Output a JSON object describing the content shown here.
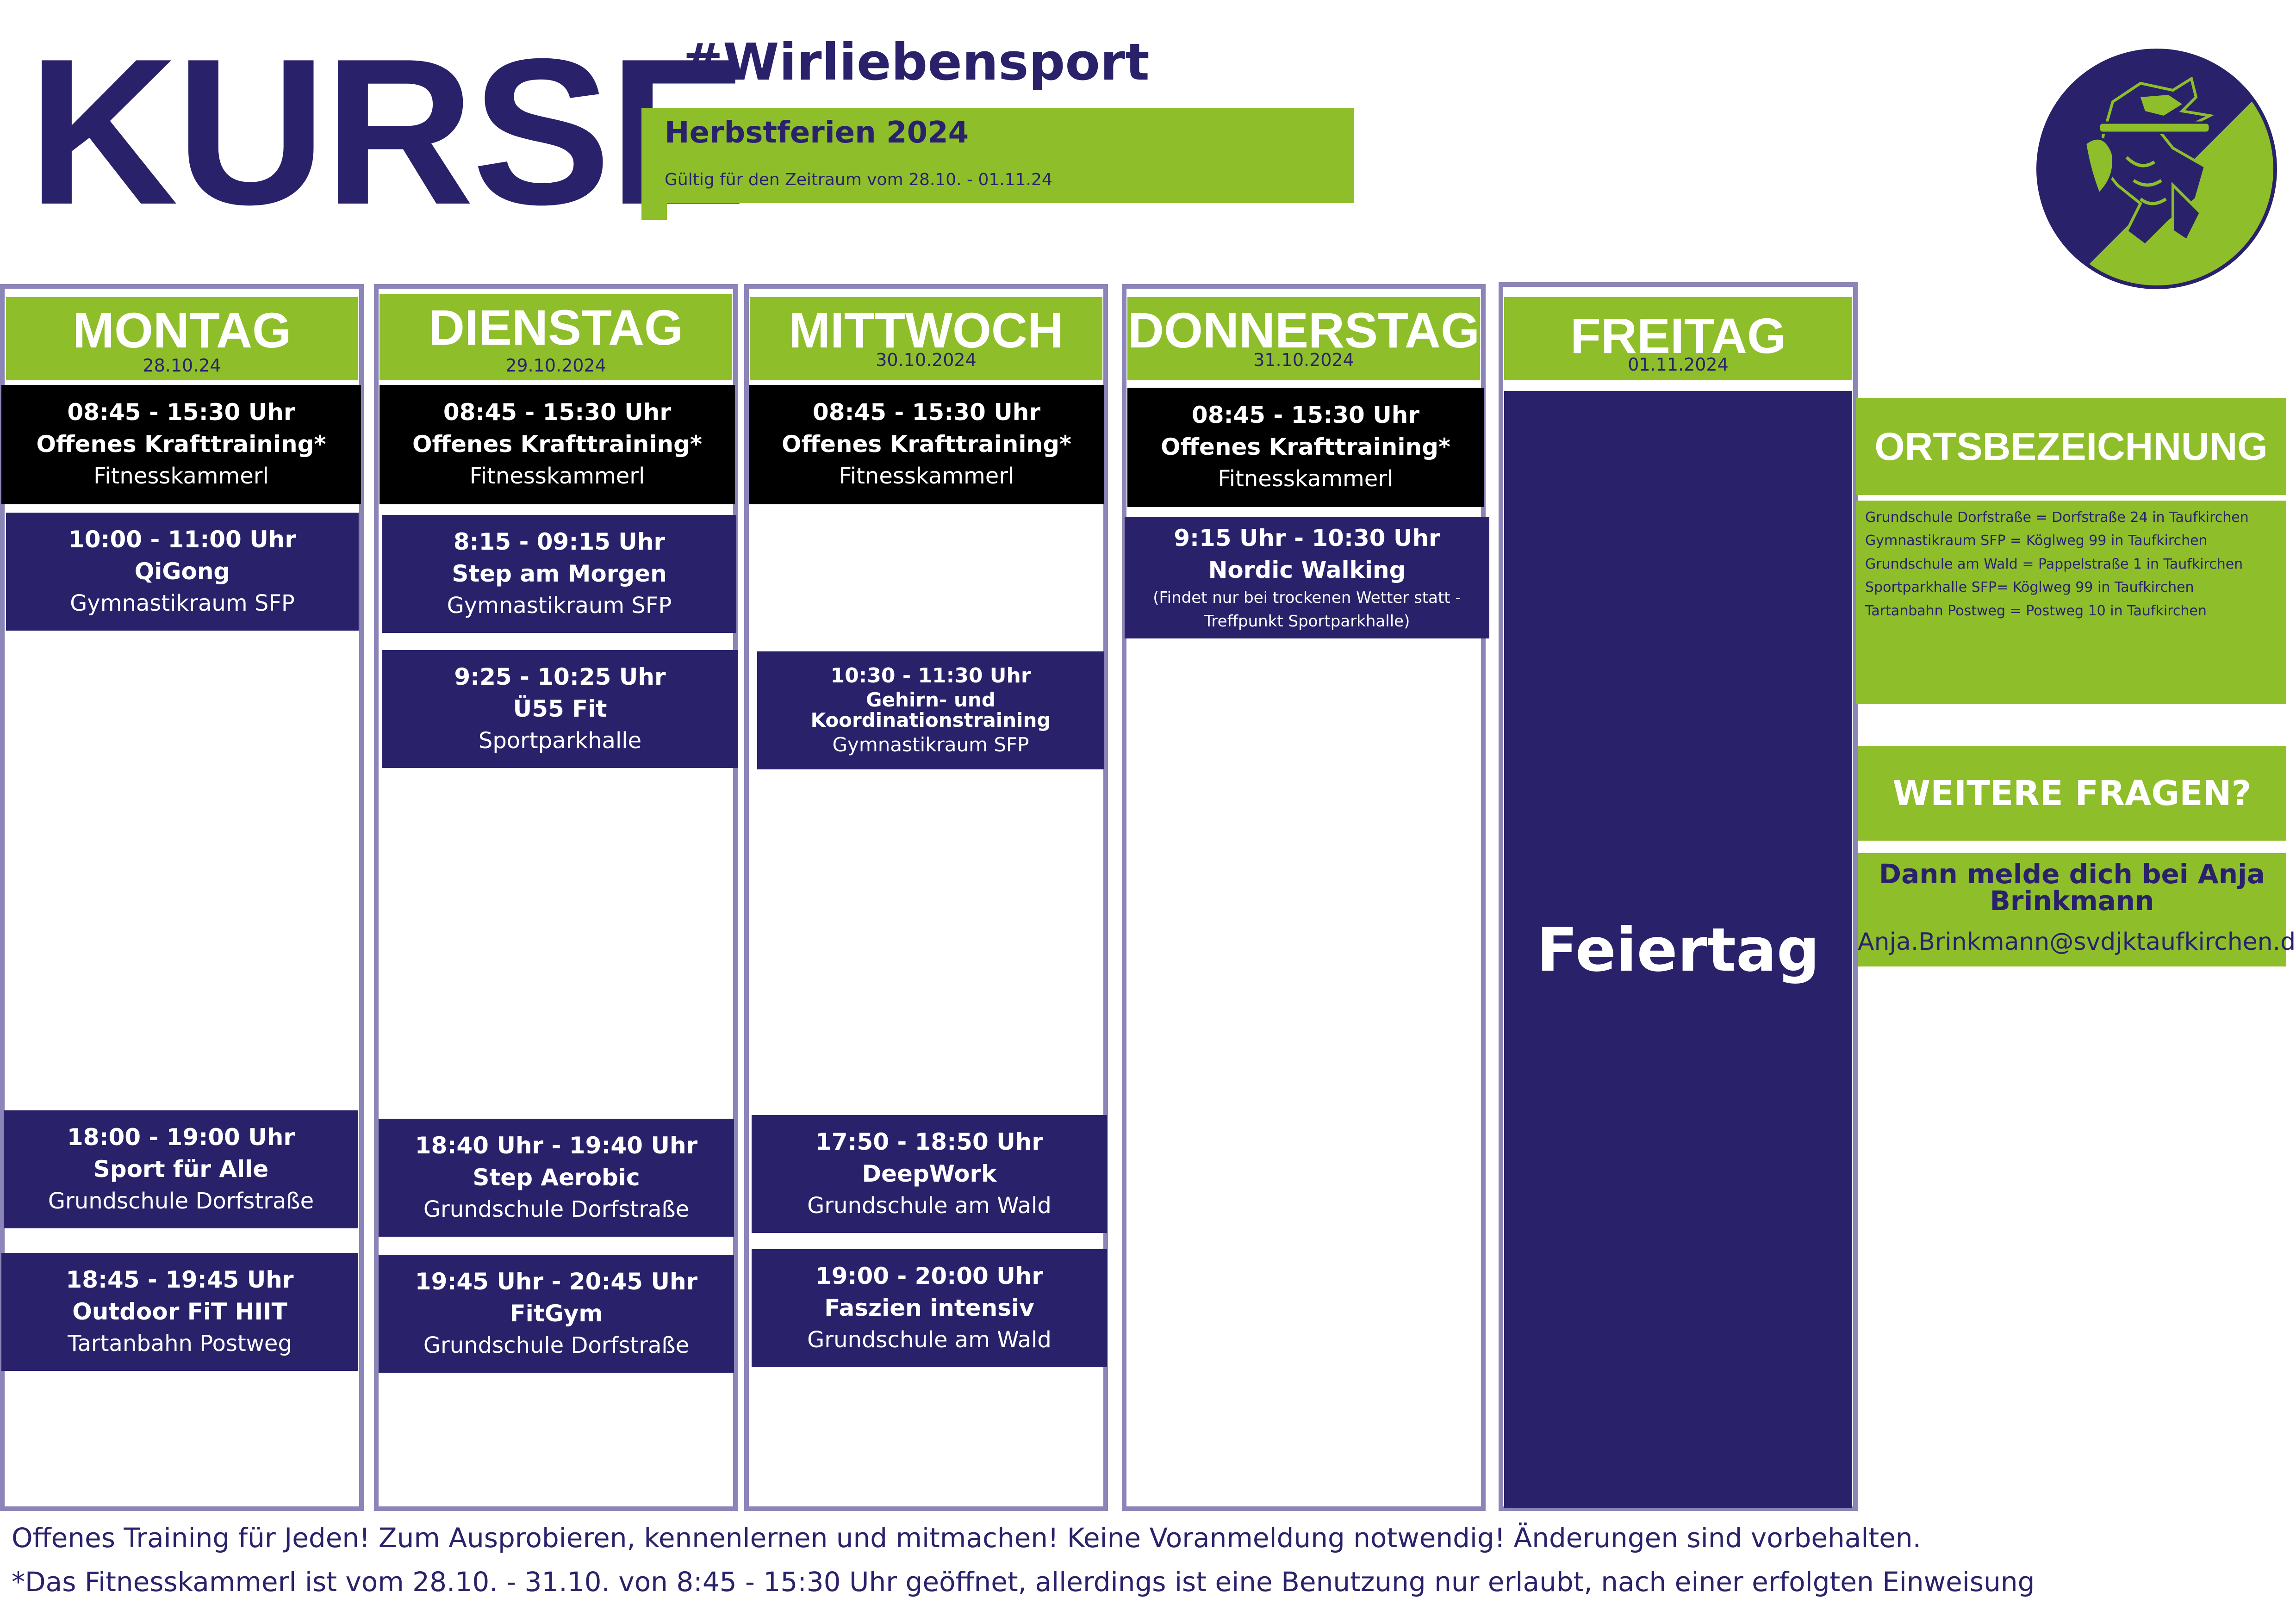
{
  "header": {
    "title": "KURSE",
    "hashtag": "#Wirliebensport",
    "period_title": "Herbstferien 2024",
    "period_sub": "Gültig für den Zeitraum vom 28.10. - 01.11.24"
  },
  "colors": {
    "navy": "#29226b",
    "green": "#8fbe2b",
    "border": "#8c85b8",
    "black": "#000000"
  },
  "days": [
    {
      "name": "MONTAG",
      "date": "28.10.24",
      "blocks": [
        {
          "time": "08:45 - 15:30 Uhr",
          "name": "Offenes Krafttraining*",
          "room": "Fitnesskammerl"
        },
        {
          "time": "10:00 - 11:00 Uhr",
          "name": "QiGong",
          "room": "Gymnastikraum SFP"
        },
        {
          "time": "18:00 - 19:00 Uhr",
          "name": "Sport für Alle",
          "room": "Grundschule Dorfstraße"
        },
        {
          "time": "18:45 - 19:45 Uhr",
          "name": "Outdoor FiT HIIT",
          "room": "Tartanbahn Postweg"
        }
      ]
    },
    {
      "name": "DIENSTAG",
      "date": "29.10.2024",
      "blocks": [
        {
          "time": "08:45 - 15:30 Uhr",
          "name": "Offenes Krafttraining*",
          "room": "Fitnesskammerl"
        },
        {
          "time": "8:15 - 09:15 Uhr",
          "name": "Step am Morgen",
          "room": "Gymnastikraum SFP"
        },
        {
          "time": "9:25 - 10:25 Uhr",
          "name": "Ü55 Fit",
          "room": "Sportparkhalle"
        },
        {
          "time": "18:40 Uhr - 19:40 Uhr",
          "name": "Step Aerobic",
          "room": "Grundschule Dorfstraße"
        },
        {
          "time": "19:45 Uhr - 20:45 Uhr",
          "name": "FitGym",
          "room": "Grundschule Dorfstraße"
        }
      ]
    },
    {
      "name": "MITTWOCH",
      "date": "30.10.2024",
      "blocks": [
        {
          "time": "08:45 - 15:30 Uhr",
          "name": "Offenes Krafttraining*",
          "room": "Fitnesskammerl"
        },
        {
          "time": "10:30 - 11:30 Uhr",
          "name1": "Gehirn- und",
          "name2": "Koordinationstraining",
          "room": "Gymnastikraum SFP"
        },
        {
          "time": "17:50 - 18:50 Uhr",
          "name": "DeepWork",
          "room": "Grundschule am Wald"
        },
        {
          "time": "19:00 - 20:00 Uhr",
          "name": "Faszien intensiv",
          "room": "Grundschule am Wald"
        }
      ]
    },
    {
      "name": "DONNERSTAG",
      "date": "31.10.2024",
      "blocks": [
        {
          "time": "08:45 - 15:30 Uhr",
          "name": "Offenes Krafttraining*",
          "room": "Fitnesskammerl"
        },
        {
          "time": "9:15 Uhr - 10:30 Uhr",
          "name": "Nordic Walking",
          "note1": "(Findet nur bei trockenen Wetter statt -",
          "note2": "Treffpunkt Sportparkhalle)"
        }
      ]
    },
    {
      "name": "FREITAG",
      "date": "01.11.2024",
      "holiday": "Feiertag"
    }
  ],
  "legend": {
    "title": "ORTSBEZEICHNUNG",
    "lines": [
      "Grundschule Dorfstraße = Dorfstraße 24 in Taufkirchen",
      "Gymnastikraum SFP = Köglweg 99 in Taufkirchen",
      "Grundschule am Wald = Pappelstraße 1 in Taufkirchen",
      "Sportparkhalle SFP= Köglweg 99 in Taufkirchen",
      "Tartanbahn Postweg  =  Postweg 10 in Taufkirchen"
    ]
  },
  "contact": {
    "title": "WEITERE FRAGEN?",
    "line1": "Dann melde dich bei Anja",
    "line2": "Brinkmann",
    "email": "Anja.Brinkmann@svdjktaufkirchen.de"
  },
  "footer": {
    "line1": "Offenes Training für Jeden! Zum Ausprobieren, kennenlernen und mitmachen! Keine Voranmeldung notwendig! Änderungen sind vorbehalten.",
    "line2": "*Das Fitnesskammerl ist vom 28.10. - 31.10. von 8:45 - 15:30 Uhr geöffnet, allerdings ist eine Benutzung nur erlaubt, nach einer erfolgten Einweisung"
  },
  "logo": {
    "icon": "griffin-crest-icon"
  }
}
